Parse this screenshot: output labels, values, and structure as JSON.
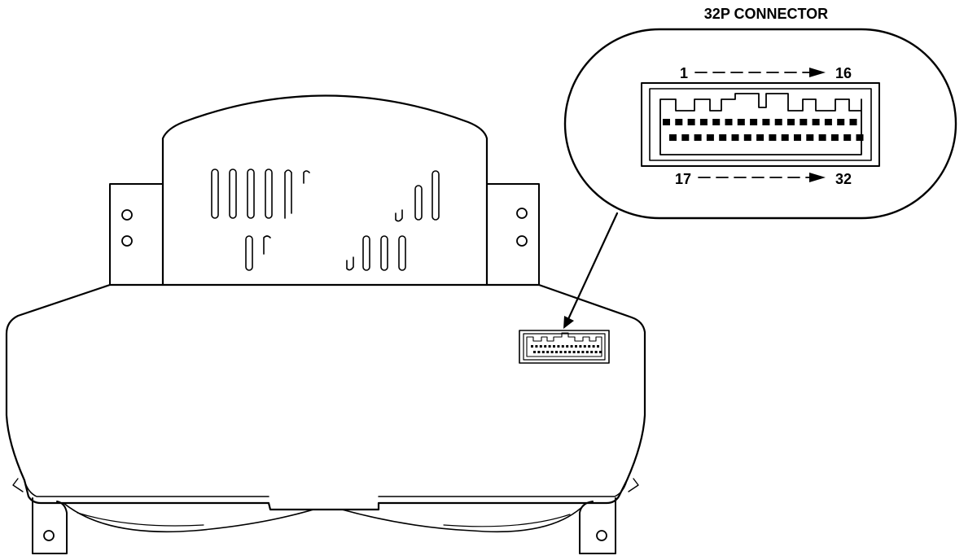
{
  "callout": {
    "title": "32P CONNECTOR",
    "start_top": "1",
    "end_top": "16",
    "start_bottom": "17",
    "end_bottom": "32"
  },
  "connector": {
    "pins_per_row": 16,
    "rows": 2
  },
  "colors": {
    "ink": "#000000",
    "paper": "#ffffff"
  }
}
